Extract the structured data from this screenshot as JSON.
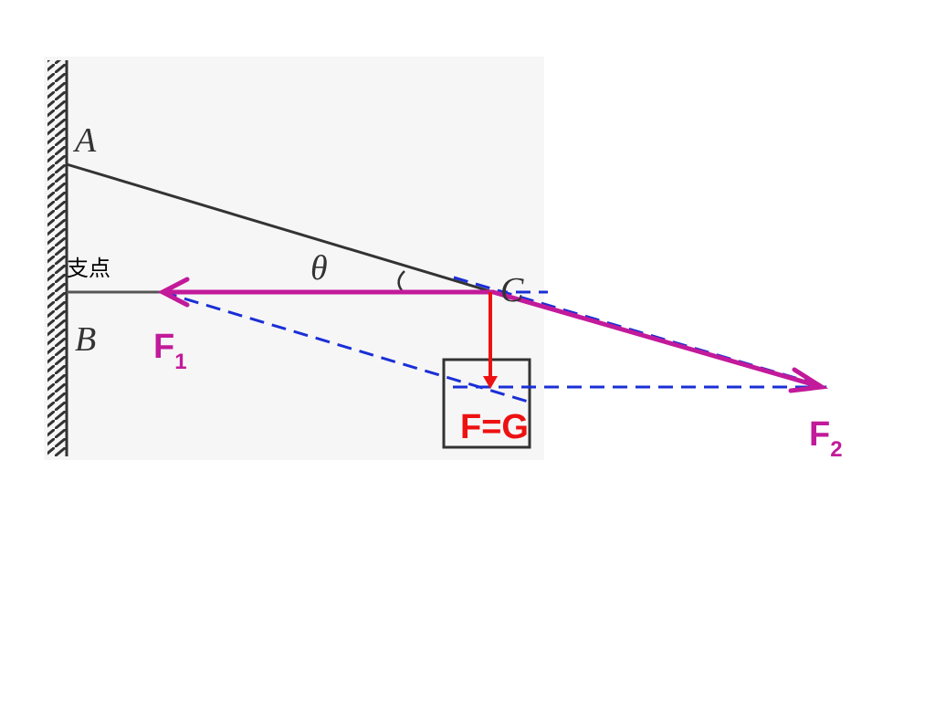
{
  "labels": {
    "point_a": "A",
    "point_b": "B",
    "point_c": "C",
    "angle": "θ",
    "pivot": "支点",
    "f1_main": "F",
    "f1_sub": "1",
    "f2_main": "F",
    "f2_sub": "2",
    "weight": "F=G"
  },
  "colors": {
    "background_panel": "#f6f6f6",
    "structure": "#333333",
    "force_magenta": "#c21a9a",
    "force_red": "#ee1111",
    "construction_blue": "#1a2fd6"
  }
}
